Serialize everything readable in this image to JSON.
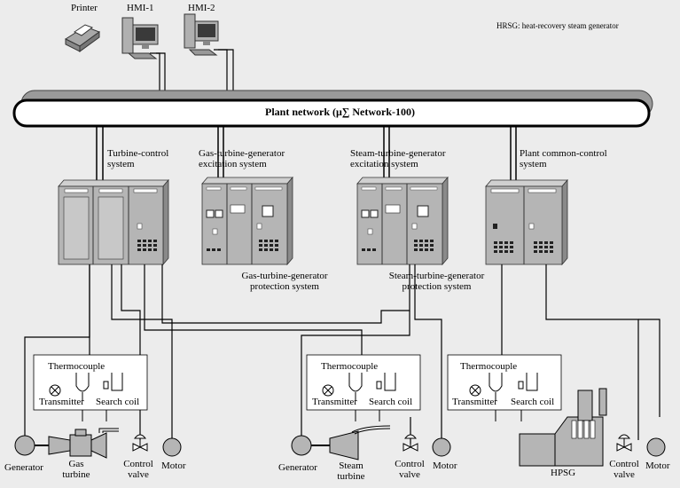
{
  "note": "HRSG: heat-recovery steam generator",
  "network": {
    "label": "Plant network (μ∑ Network-100)"
  },
  "top_devices": [
    {
      "label": "Printer"
    },
    {
      "label": "HMI-1"
    },
    {
      "label": "HMI-2"
    }
  ],
  "systems": {
    "turbine_control": "Turbine-control\nsystem",
    "gt_excitation": "Gas-turbine-generator\nexcitation system",
    "st_excitation": "Steam-turbine-generator\nexcitation system",
    "plant_common": "Plant common-control\nsystem",
    "gt_protection": "Gas-turbine-generator\nprotection system",
    "st_protection": "Steam-turbine-generator\nprotection system"
  },
  "sensor_box": {
    "thermocouple": "Thermocouple",
    "transmitter": "Transmitter",
    "search_coil": "Search coil"
  },
  "equipment": {
    "generator": "Generator",
    "gas_turbine": "Gas\nturbine",
    "steam_turbine": "Steam\nturbine",
    "control_valve": "Control\nvalve",
    "motor": "Motor",
    "hpsg": "HPSG"
  }
}
